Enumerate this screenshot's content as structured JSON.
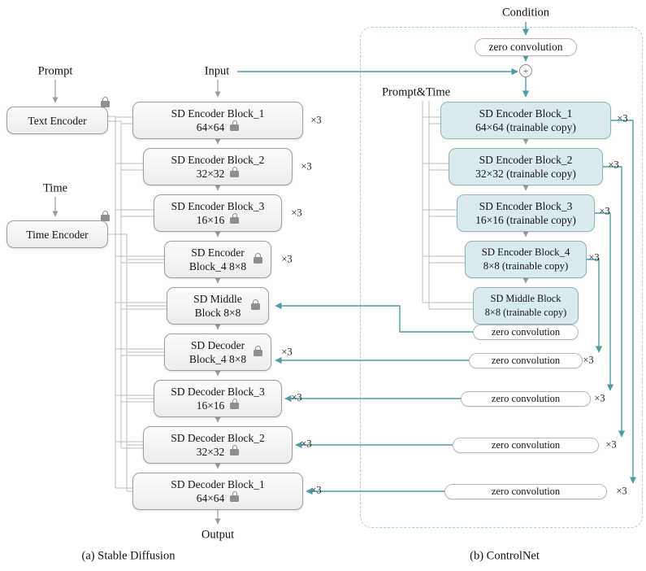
{
  "labels": {
    "prompt": "Prompt",
    "time": "Time",
    "input": "Input",
    "output": "Output",
    "condition": "Condition",
    "prompt_time": "Prompt&Time",
    "times3": "×3",
    "plus": "+"
  },
  "captions": {
    "sd": "(a) Stable Diffusion",
    "controlnet": "(b) ControlNet"
  },
  "sd": {
    "text_encoder": "Text Encoder",
    "time_encoder": "Time Encoder",
    "blocks": [
      {
        "line1": "SD Encoder Block_1",
        "line2": "64×64"
      },
      {
        "line1": "SD Encoder Block_2",
        "line2": "32×32"
      },
      {
        "line1": "SD Encoder Block_3",
        "line2": "16×16"
      },
      {
        "line1": "SD Encoder",
        "line2": "Block_4 8×8"
      },
      {
        "line1": "SD Middle",
        "line2": "Block 8×8"
      },
      {
        "line1": "SD Decoder",
        "line2": "Block_4 8×8"
      },
      {
        "line1": "SD Decoder Block_3",
        "line2": "16×16"
      },
      {
        "line1": "SD Decoder Block_2",
        "line2": "32×32"
      },
      {
        "line1": "SD Decoder Block_1",
        "line2": "64×64"
      }
    ]
  },
  "controlnet": {
    "zero_convolution": "zero convolution",
    "blocks": [
      {
        "line1": "SD Encoder Block_1",
        "line2": "64×64 (trainable copy)"
      },
      {
        "line1": "SD Encoder Block_2",
        "line2": "32×32 (trainable copy)"
      },
      {
        "line1": "SD Encoder Block_3",
        "line2": "16×16 (trainable copy)"
      },
      {
        "line1": "SD Encoder Block_4",
        "line2": "8×8 (trainable copy)"
      },
      {
        "line1": "SD Middle Block",
        "line2": "8×8 (trainable copy)"
      }
    ],
    "zero_convs": [
      "zero convolution",
      "zero convolution",
      "zero convolution",
      "zero convolution",
      "zero convolution"
    ]
  },
  "colors": {
    "accent": "#4f9ba5",
    "wire": "#bdbdbd",
    "frozen_fill": "#ececec",
    "frozen_border": "#9e9e9e",
    "trainable_fill": "#d9ebee",
    "trainable_border": "#93b4ba",
    "dashed_border": "#a9ced4"
  }
}
